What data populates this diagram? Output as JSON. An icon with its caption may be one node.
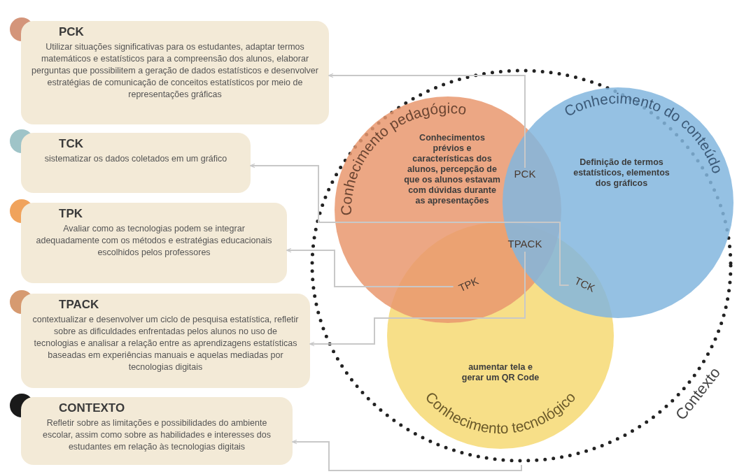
{
  "diagram": {
    "nodes": [
      {
        "text": [
          "PCK",
          "Utilizar situações significativas para os estudantes, adaptar termos matemáticos e estatísticos para a compreensão dos alunos, elaborar perguntas que possibilitem a geração de dados estatísticos e desenvolver estratégias de comunicação de conceitos estatísticos por meio de representações gráficas"
        ]
      },
      {
        "text": [
          "TCK",
          "sistematizar os dados coletados em um gráfico"
        ]
      },
      {
        "text": [
          "TPK",
          "Avaliar como as tecnologias podem se integrar adequadamente com os métodos e estratégias educacionais escolhidos pelos professores"
        ]
      },
      {
        "text": [
          "TPACK",
          "contextualizar e desenvolver um ciclo de pesquisa estatística, refletir sobre as dificuldades enfrentadas pelos alunos no uso de tecnologias e analisar a relação entre as aprendizagens estatísticas baseadas em experiências manuais e aquelas mediadas por tecnologias digitais"
        ]
      },
      {
        "text": [
          "CONTEXTO",
          "Refletir sobre as limitações e possibilidades do ambiente escolar, assim como sobre as habilidades e interesses dos estudantes em relação às tecnologias digitais"
        ]
      },
      {
        "text": [
          "Contexto"
        ]
      },
      {
        "text": [
          "Conhecimento pedagógico",
          "Conhecimentos prévios e características dos alunos, percepção de que os alunos estavam com dúvidas durante as apresentações"
        ],
        "in": 5
      },
      {
        "text": [
          "Conhecimento do conteúdo",
          "Definição de termos estatísticos, elementos dos gráficos"
        ],
        "in": 5
      },
      {
        "text": [
          "aumentar tela e gerar um QR Code",
          "Conhecimento tecnológico"
        ],
        "in": 5
      },
      {
        "text": [
          "PCK"
        ]
      },
      {
        "text": [
          "TPACK"
        ]
      },
      {
        "text": [
          "TPK"
        ]
      },
      {
        "text": [
          "TCK"
        ]
      }
    ],
    "edges": [
      {
        "from": 9,
        "to": 0,
        "arrow": "to"
      },
      {
        "from": 12,
        "to": 1,
        "arrow": "to"
      },
      {
        "from": 11,
        "to": 2,
        "arrow": "to"
      },
      {
        "from": 10,
        "to": 3,
        "arrow": "to"
      },
      {
        "from": 5,
        "to": 4,
        "arrow": "to"
      }
    ]
  }
}
